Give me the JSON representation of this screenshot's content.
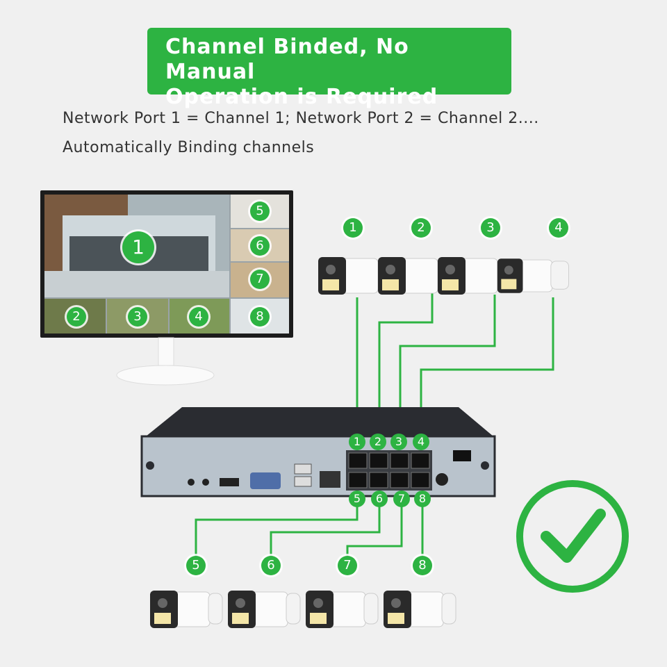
{
  "banner": {
    "line1": "Channel Binded, No Manual",
    "line2": "Operation is Required"
  },
  "description": {
    "line1": "Network Port 1 = Channel 1;  Network Port 2 = Channel 2....",
    "line2": "Automatically Binding channels"
  },
  "monitor_tiles": [
    "1",
    "2",
    "3",
    "4",
    "5",
    "6",
    "7",
    "8"
  ],
  "cameras_top": [
    "1",
    "2",
    "3",
    "4"
  ],
  "cameras_bottom": [
    "5",
    "6",
    "7",
    "8"
  ],
  "nvr_ports_top": [
    "1",
    "2",
    "3",
    "4"
  ],
  "nvr_ports_bottom": [
    "5",
    "6",
    "7",
    "8"
  ],
  "colors": {
    "accent": "#2db342",
    "nvr_body": "#2a2c31",
    "nvr_panel": "#b9c3cc"
  },
  "icons": {
    "check": "check-icon"
  }
}
